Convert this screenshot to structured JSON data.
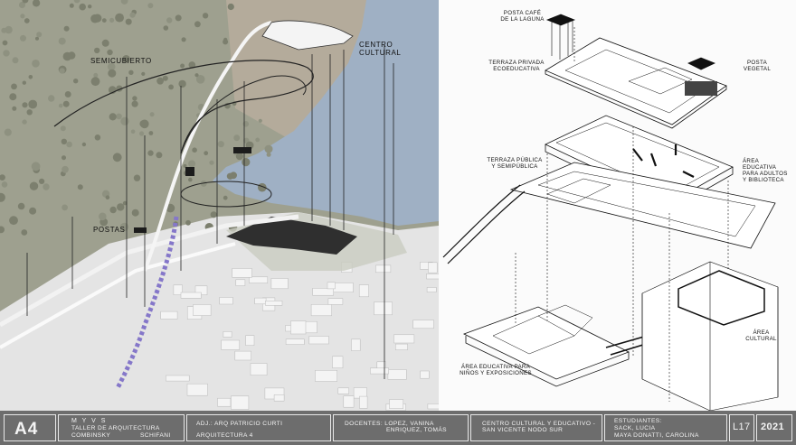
{
  "left_panel": {
    "labels": {
      "semicubierto": "SEMICUBIERTO",
      "centro_cultural": "CENTRO\nCULTURAL",
      "postas": "POSTAS"
    }
  },
  "right_panel": {
    "labels": {
      "posta_cafe": "POSTA CAFÉ\nDE LA LAGUNA",
      "terraza_privada": "TERRAZA PRIVADA\nECOEDUCATIVA",
      "posta_vegetal": "POSTA\nVEGETAL",
      "area_adultos": "ÁREA\nEDUCATIVA\nPARA ADULTOS\nY BIBLIOTECA",
      "terraza_publica": "TERRAZA PÚBLICA\nY SEMIPÚBLICA",
      "area_cultural": "ÁREA\nCULTURAL",
      "area_ninos": "ÁREA EDUCATIVA PARA\nNIÑOS Y EXPOSICIONES"
    }
  },
  "footer": {
    "sheet": "A4",
    "brand": "M Y V S",
    "taller": "TALLER DE ARQUITECTURA",
    "combinsky": "COMBINSKY",
    "schifani": "SCHIFANI",
    "adjunto": "ADJ.: ARQ PATRICIO CURTI",
    "materia": "ARQUITECTURA 4",
    "docentes_1": "DOCENTES: LOPEZ, VANINA",
    "docentes_2": "ENRIQUEZ, TOMÁS",
    "proyecto_1": "CENTRO CULTURAL Y EDUCATIVO -",
    "proyecto_2": "SAN VICENTE NODO SUR",
    "estudiantes_title": "ESTUDIANTES:",
    "estudiantes_1": "SACK, LUCIA",
    "estudiantes_2": "MAYA DONATTI, CAROLINA",
    "lamina": "L17",
    "year": "2021"
  },
  "colors": {
    "forest": "#9ea08f",
    "water": "#9fb0c4",
    "sand": "#b4ab9b",
    "city": "#e6e6e6",
    "footer": "#6d6d6d",
    "tree": "#7c7f6e",
    "path": "#8577c9"
  }
}
